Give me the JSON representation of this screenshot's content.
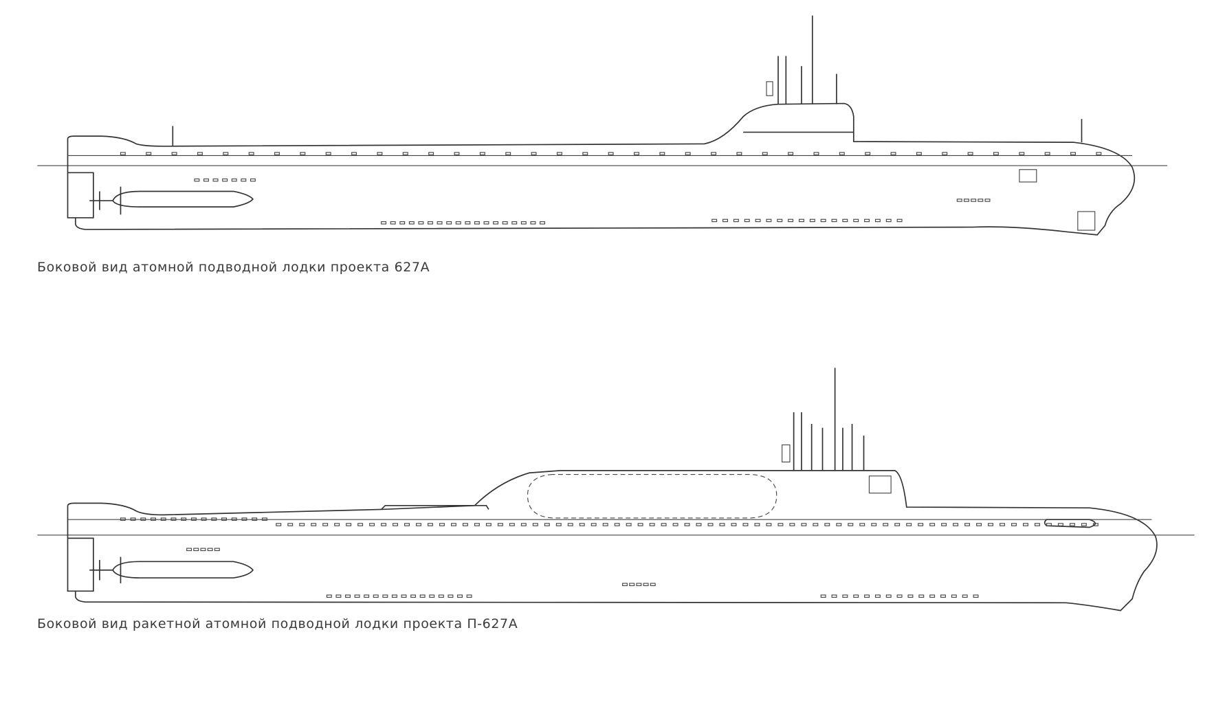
{
  "drawings": [
    {
      "id": "627A",
      "caption": "Боковой вид атомной подводной лодки проекта 627А"
    },
    {
      "id": "P-627A",
      "caption": "Боковой вид ракетной атомной подводной лодки проекта П-627А"
    }
  ],
  "colors": {
    "line": "#333333",
    "caption": "#3a3a3a",
    "background": "#ffffff"
  }
}
